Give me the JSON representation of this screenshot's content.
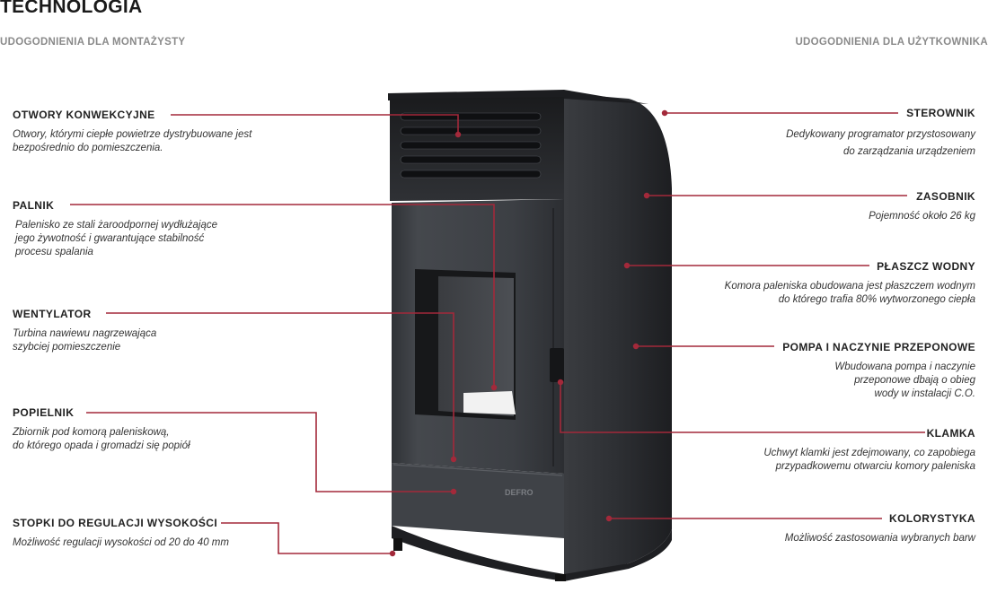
{
  "header": {
    "title": "TECHNOLOGIA",
    "left_subtitle": "UDOGODNIENIA DLA MONTAŻYSTY",
    "right_subtitle": "UDOGODNIENIA DLA UŻYTKOWNIKA"
  },
  "left_features": [
    {
      "title": "OTWORY KONWEKCYJNE",
      "line1": "Otwory, którymi ciepłe powietrze dystrybuowane jest",
      "line2": "bezpośrednio do pomieszczenia.",
      "line3": ""
    },
    {
      "title": "PALNIK",
      "line1": "Palenisko ze stali żaroodpornej wydłużające",
      "line2": "jego żywotność i gwarantujące stabilność",
      "line3": "procesu spalania"
    },
    {
      "title": "WENTYLATOR",
      "line1": "Turbina nawiewu nagrzewająca",
      "line2": "szybciej pomieszczenie",
      "line3": ""
    },
    {
      "title": "POPIELNIK",
      "line1": "Zbiornik pod komorą paleniskową,",
      "line2": "do którego opada i gromadzi się popiół",
      "line3": ""
    },
    {
      "title": "STOPKI DO REGULACJI WYSOKOŚCI",
      "line1": "Możliwość regulacji wysokości od 20 do 40 mm",
      "line2": "",
      "line3": ""
    }
  ],
  "right_features": [
    {
      "title": "STEROWNIK",
      "line1": "Dedykowany programator przystosowany",
      "line2": "do zarządzania urządzeniem",
      "line3": ""
    },
    {
      "title": "ZASOBNIK",
      "line1": "Pojemność około 26 kg",
      "line2": "",
      "line3": ""
    },
    {
      "title": "PŁASZCZ WODNY",
      "line1": "Komora paleniska obudowana jest płaszczem wodnym",
      "line2": "do którego trafia 80% wytworzonego ciepła",
      "line3": ""
    },
    {
      "title": "POMPA I NACZYNIE PRZEPONOWE",
      "line1": "Wbudowana pompa i naczynie",
      "line2": "przeponowe dbają o obieg",
      "line3": "wody w instalacji C.O."
    },
    {
      "title": "KLAMKA",
      "line1": "Uchwyt klamki jest zdejmowany, co zapobiega",
      "line2": "przypadkowemu otwarciu komory paleniska",
      "line3": ""
    },
    {
      "title": "KOLORYSTYKA",
      "line1": "Możliwość zastosowania wybranych barw",
      "line2": "",
      "line3": ""
    }
  ],
  "stove": {
    "brand_logo": "DEFRO"
  },
  "colors": {
    "leader": "#a3293a",
    "body_front": "#3a3d42",
    "body_side": "#2a2c30",
    "text": "#222222",
    "subtitle": "#8a8a8a"
  }
}
